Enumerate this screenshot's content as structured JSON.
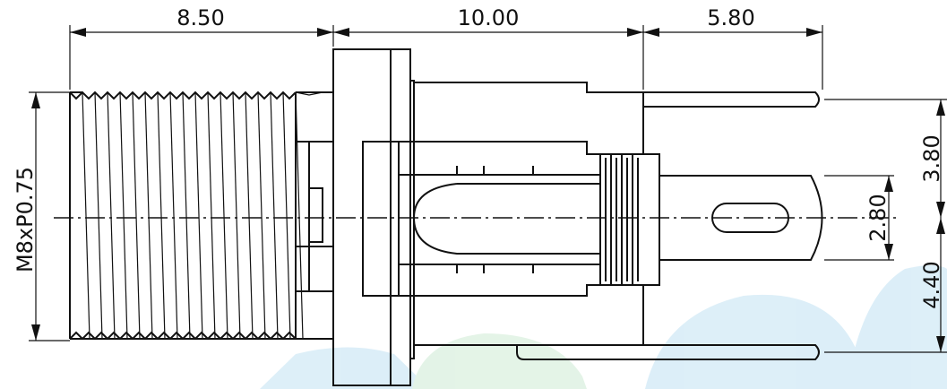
{
  "dimensions": {
    "thread_length": "8.50",
    "body_length": "10.00",
    "pin_length": "5.80",
    "upper_pin_offset": "3.80",
    "pin_width": "2.80",
    "lower_pin_offset": "4.40",
    "thread_spec": "M8xP0.75"
  },
  "colors": {
    "line": "#111111",
    "background": "#ffffff",
    "watermark_blue": "#d7ecf7",
    "watermark_green": "#dff2e3"
  }
}
